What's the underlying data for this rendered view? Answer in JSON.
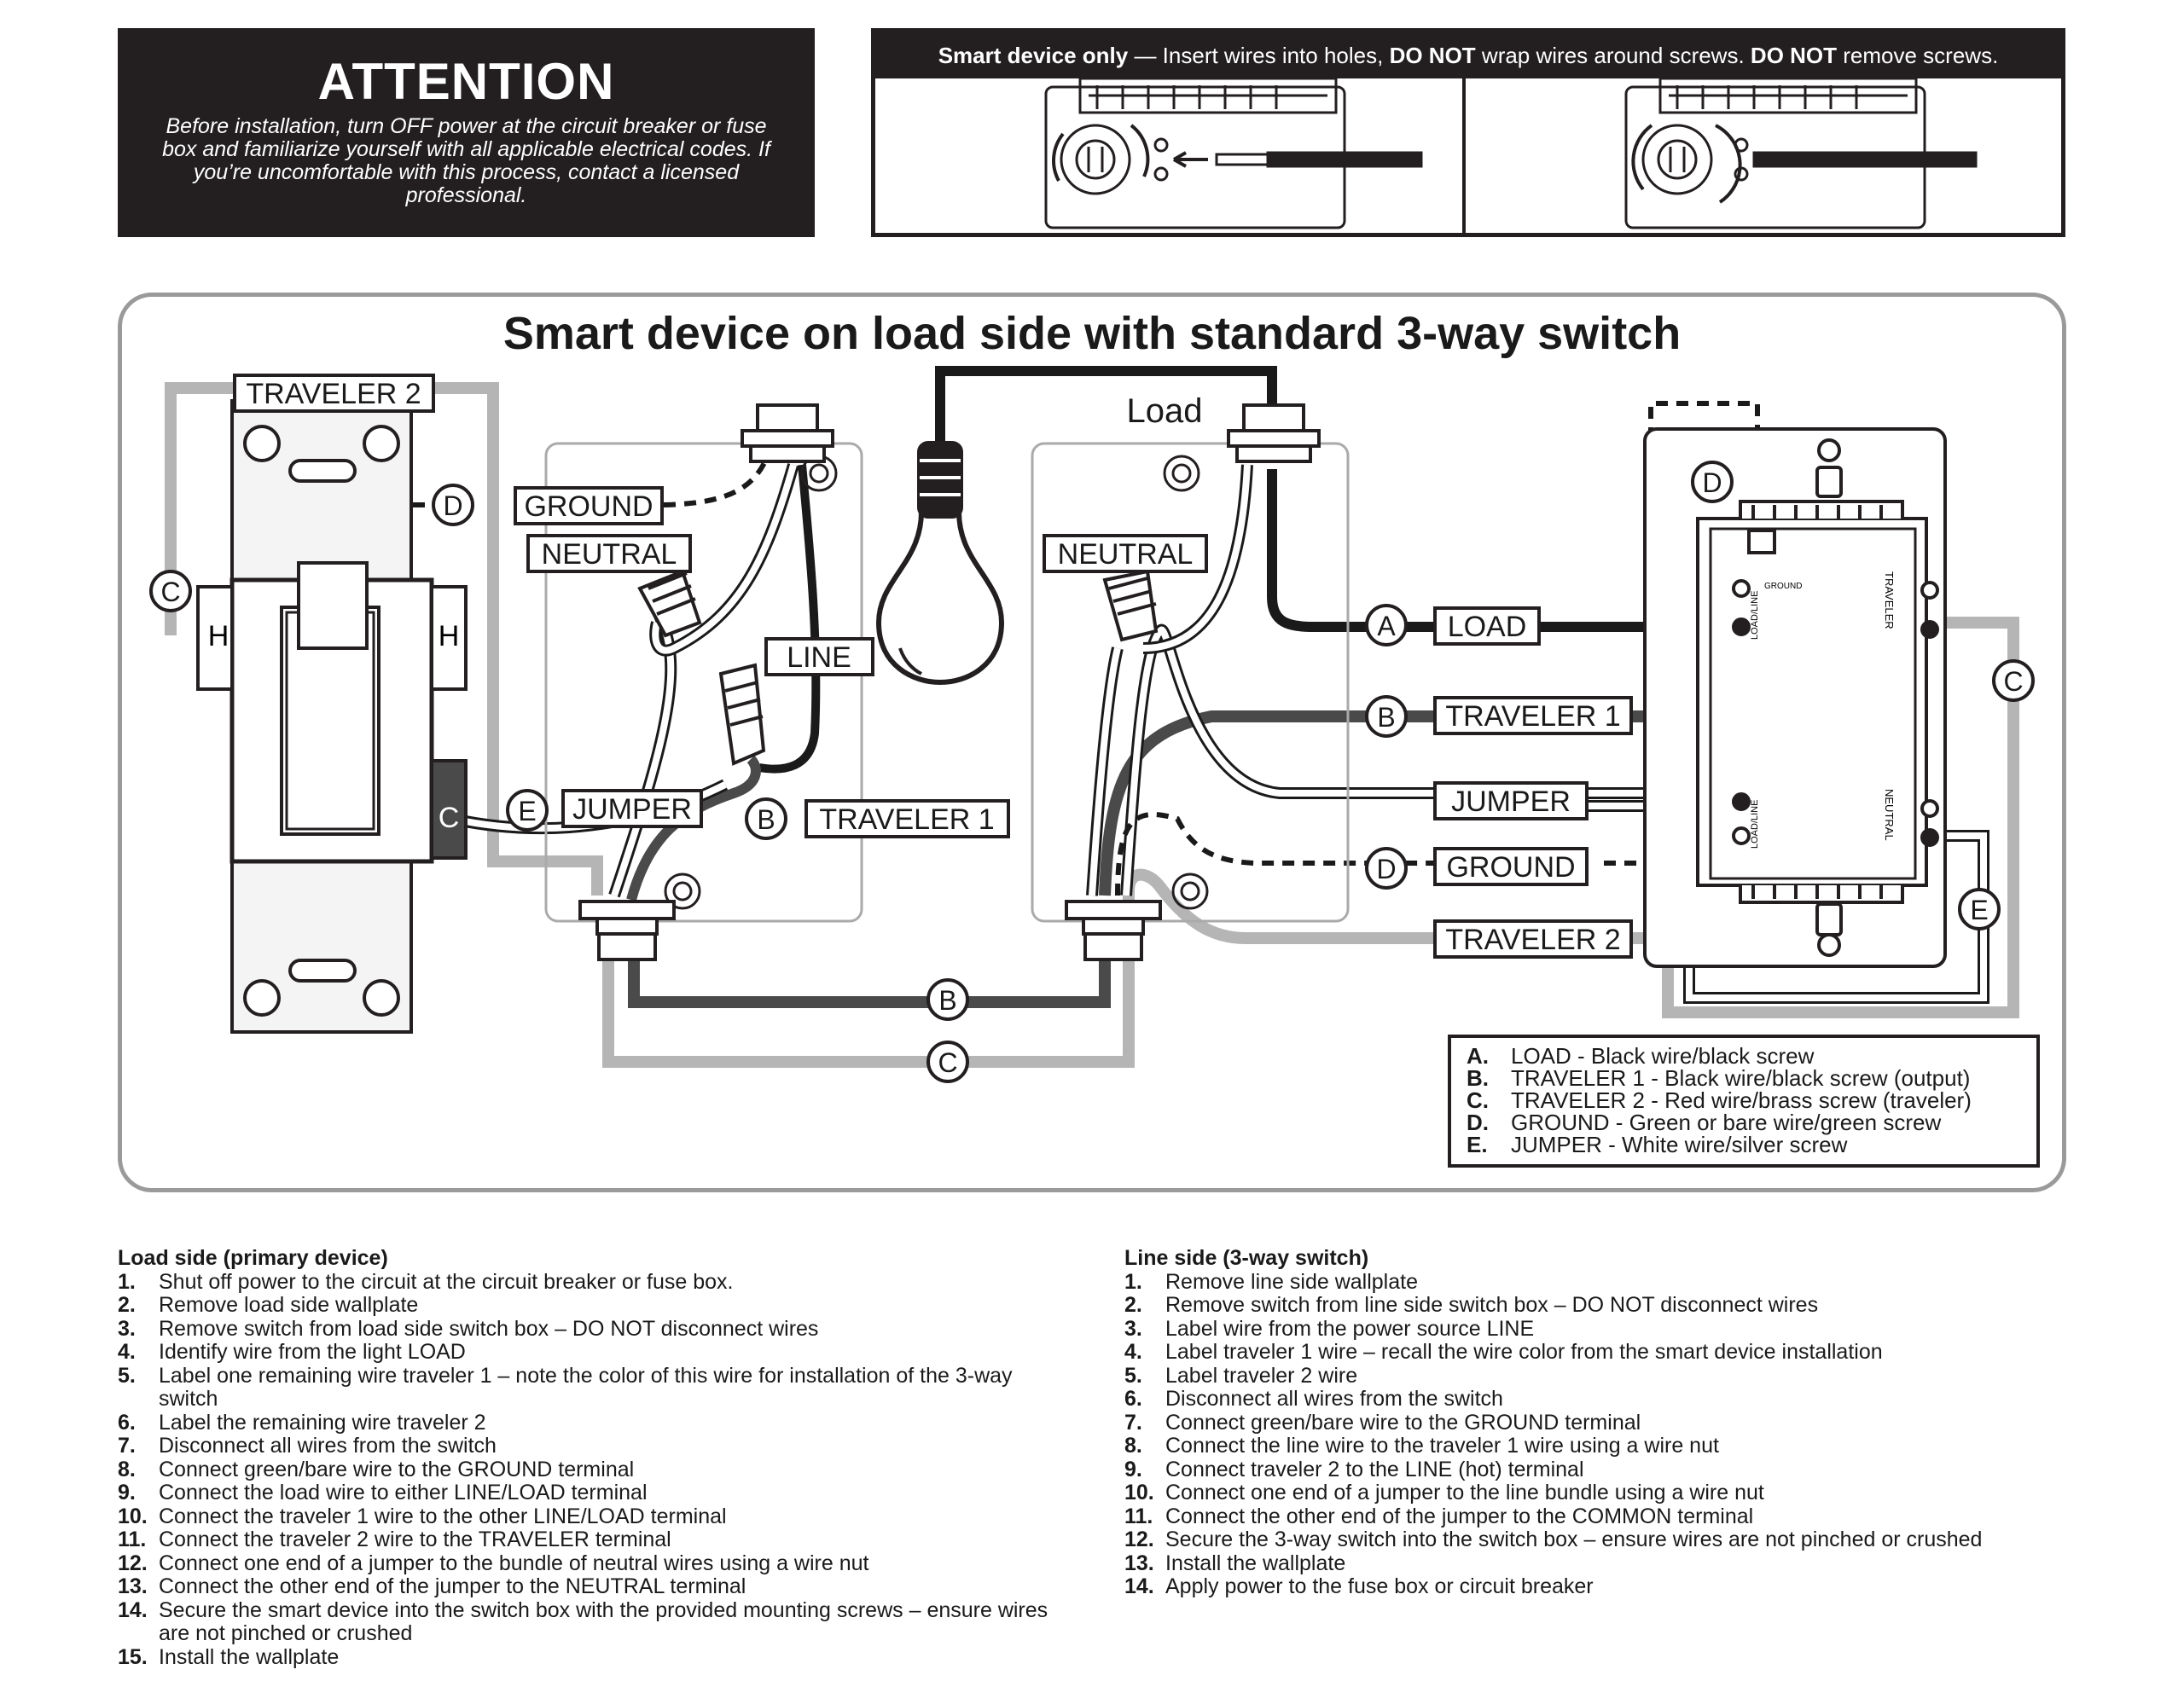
{
  "attention": {
    "title": "ATTENTION",
    "body": "Before installation, turn OFF power at the circuit breaker or fuse box and familiarize yourself with all applicable electrical codes. If you’re uncomfortable with this process, contact a licensed professional."
  },
  "smart_note": {
    "lead": "Smart device only",
    "dash": " — Insert wires into holes, ",
    "bold1": "DO NOT",
    "mid": " wrap wires around screws. ",
    "bold2": "DO NOT",
    "tail": " remove screws."
  },
  "diagram": {
    "title": "Smart device on load side with standard 3-way switch",
    "labels": {
      "traveler2_top": "TRAVELER 2",
      "ground_left": "GROUND",
      "neutral_left": "NEUTRAL",
      "neutral_right": "NEUTRAL",
      "line": "LINE",
      "jumper_left": "JUMPER",
      "traveler1_left": "TRAVELER 1",
      "load_top": "Load",
      "load": "LOAD",
      "traveler1_right": "TRAVELER 1",
      "jumper_right": "JUMPER",
      "ground_right": "GROUND",
      "traveler2_right": "TRAVELER 2",
      "switch_h_left": "H",
      "switch_h_right": "H",
      "switch_c": "C",
      "dev_ground": "GROUND",
      "dev_traveler": "TRAVELER",
      "dev_loadline_top": "LOAD/LINE",
      "dev_loadline_bottom": "LOAD/LINE",
      "dev_neutral": "NEUTRAL"
    },
    "markers": {
      "a": "A",
      "b": "B",
      "c": "C",
      "d": "D",
      "e": "E"
    },
    "colors": {
      "black_wire": "#1a1a1a",
      "gray_wire": "#b5b5b5",
      "dark_wire": "#4a4a4a",
      "frame": "#9a9a9a"
    }
  },
  "legend": [
    {
      "key": "A.",
      "text": "LOAD - Black wire/black screw"
    },
    {
      "key": "B.",
      "text": "TRAVELER 1 - Black wire/black screw (output)"
    },
    {
      "key": "C.",
      "text": "TRAVELER 2 - Red wire/brass screw (traveler)"
    },
    {
      "key": "D.",
      "text": "GROUND - Green or bare wire/green screw"
    },
    {
      "key": "E.",
      "text": "JUMPER - White wire/silver screw"
    }
  ],
  "load_side": {
    "heading": "Load side (primary device)",
    "steps": [
      {
        "n": "1.",
        "t": "Shut off power to the circuit at the circuit breaker or fuse box."
      },
      {
        "n": "2.",
        "t": "Remove load side wallplate"
      },
      {
        "n": "3.",
        "t": "Remove switch from load side switch box – DO NOT disconnect wires"
      },
      {
        "n": "4.",
        "t": "Identify wire from the light LOAD"
      },
      {
        "n": "5.",
        "t": "Label one remaining wire traveler 1 – note the color of this wire for installation of the 3-way switch"
      },
      {
        "n": "6.",
        "t": "Label the remaining wire traveler 2"
      },
      {
        "n": "7.",
        "t": "Disconnect all wires from the switch"
      },
      {
        "n": "8.",
        "t": "Connect green/bare wire to the GROUND terminal"
      },
      {
        "n": "9.",
        "t": "Connect the load wire to either LINE/LOAD terminal"
      },
      {
        "n": "10.",
        "t": "Connect the traveler 1 wire to the other LINE/LOAD terminal"
      },
      {
        "n": "11.",
        "t": "Connect the traveler 2 wire to the TRAVELER terminal"
      },
      {
        "n": "12.",
        "t": "Connect one end of a jumper to the bundle of neutral wires using a wire nut"
      },
      {
        "n": "13.",
        "t": "Connect the other end of the jumper to the NEUTRAL terminal"
      },
      {
        "n": "14.",
        "t": "Secure the smart device into the switch box with the provided mounting screws – ensure wires are not pinched or crushed"
      },
      {
        "n": "15.",
        "t": "Install the wallplate"
      }
    ]
  },
  "line_side": {
    "heading": "Line side (3-way switch)",
    "steps": [
      {
        "n": "1.",
        "t": "Remove line side wallplate"
      },
      {
        "n": "2.",
        "t": "Remove switch from line side switch box – DO NOT disconnect wires"
      },
      {
        "n": "3.",
        "t": "Label wire from the power source LINE"
      },
      {
        "n": "4.",
        "t": "Label traveler 1 wire – recall the wire color from the smart device installation"
      },
      {
        "n": "5.",
        "t": "Label traveler 2 wire"
      },
      {
        "n": "6.",
        "t": "Disconnect all wires from the switch"
      },
      {
        "n": "7.",
        "t": "Connect green/bare wire to the GROUND terminal"
      },
      {
        "n": "8.",
        "t": "Connect the line wire to the traveler 1 wire using a wire nut"
      },
      {
        "n": "9.",
        "t": "Connect traveler 2 to the LINE (hot) terminal"
      },
      {
        "n": "10.",
        "t": "Connect one end of a jumper to the line bundle using a wire nut"
      },
      {
        "n": "11.",
        "t": "Connect the other end of the jumper to the COMMON terminal"
      },
      {
        "n": "12.",
        "t": "Secure the 3-way switch into the switch box – ensure wires are not pinched or crushed"
      },
      {
        "n": "13.",
        "t": "Install the wallplate"
      },
      {
        "n": "14.",
        "t": "Apply power to the fuse box or circuit breaker"
      }
    ]
  }
}
